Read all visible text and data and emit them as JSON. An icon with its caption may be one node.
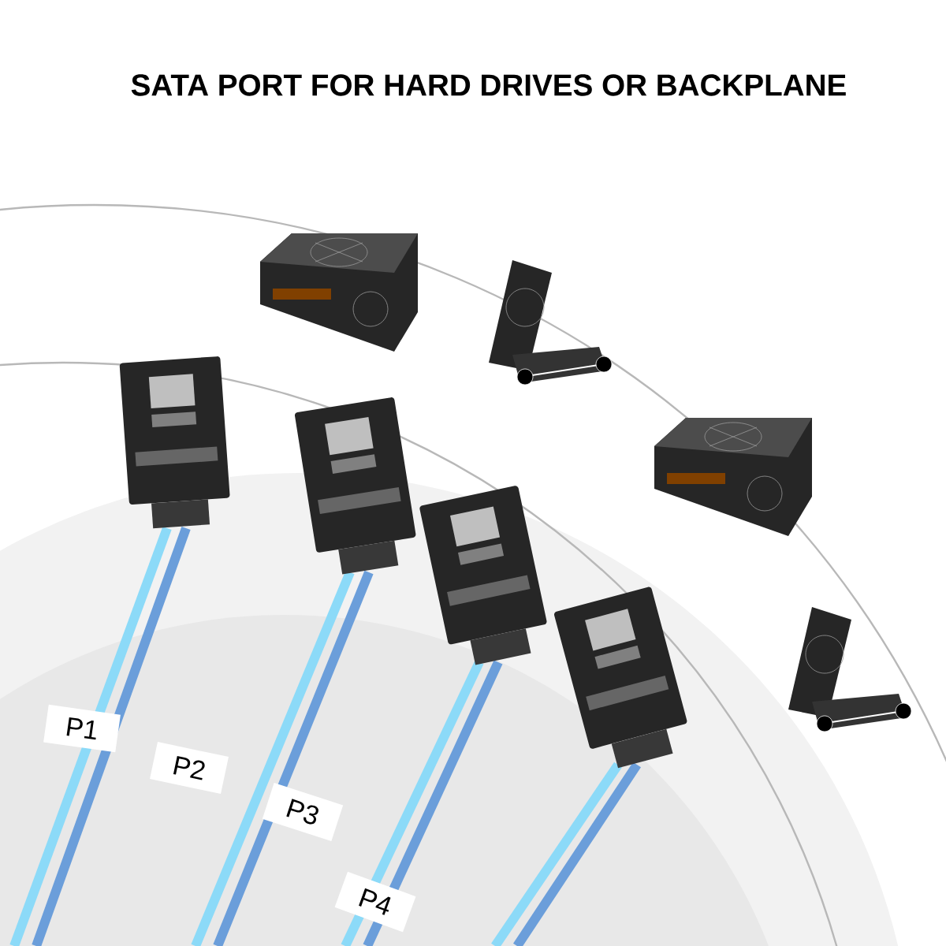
{
  "diagram": {
    "title": "SATA PORT FOR HARD DRIVES OR BACKPLANE",
    "labels": [
      "P1",
      "P2",
      "P3",
      "P4"
    ]
  }
}
